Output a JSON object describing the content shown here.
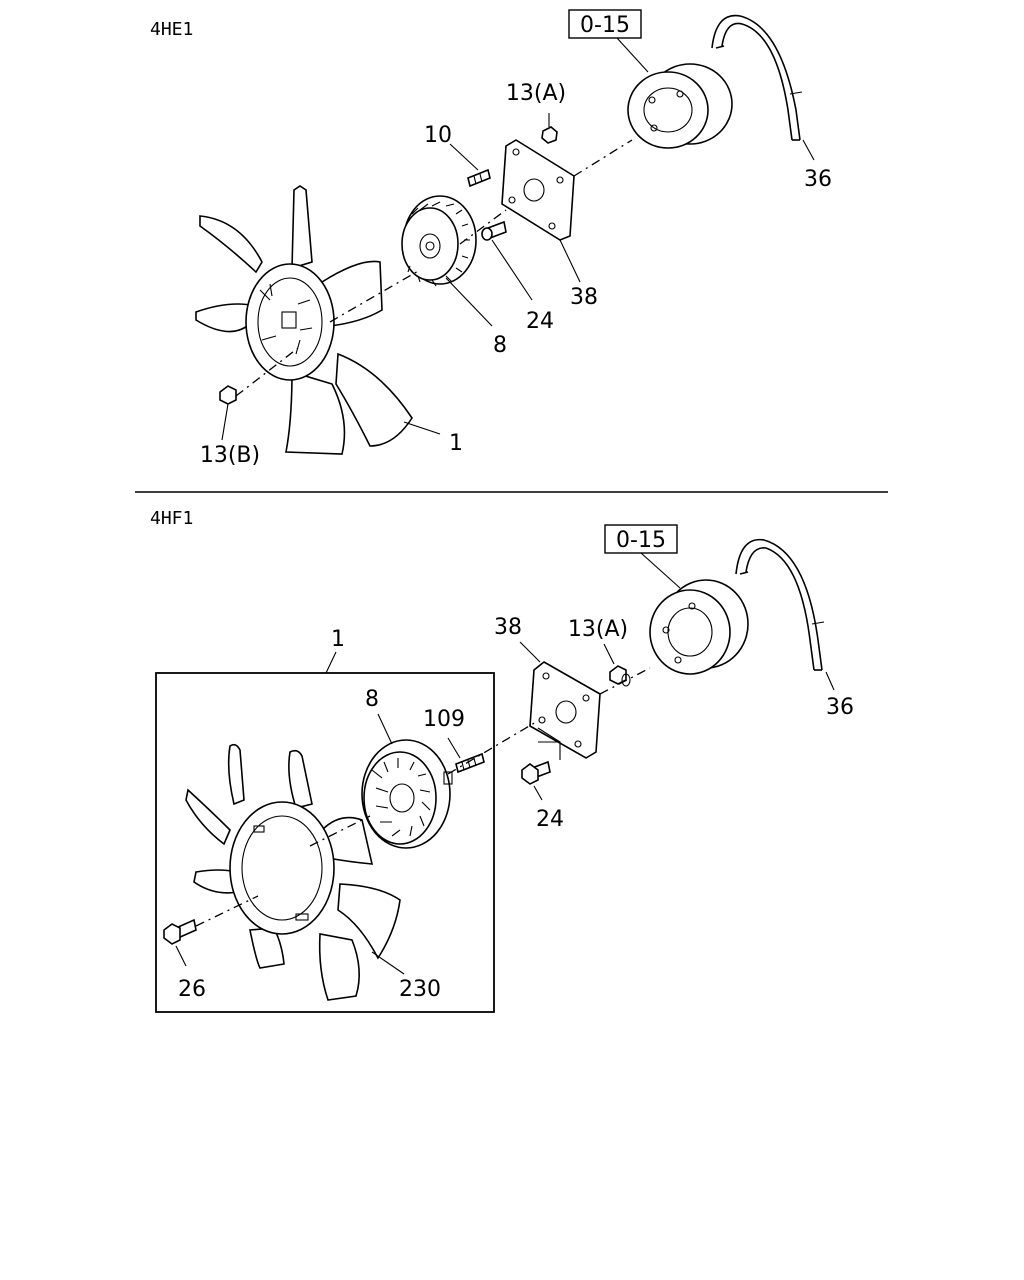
{
  "sections": [
    {
      "header": "4HE1",
      "ref_box": "0-15",
      "callouts": {
        "fan": "1",
        "clutch": "8",
        "stud": "10",
        "nut_a": "13(A)",
        "nut_b": "13(B)",
        "bolt": "24",
        "belt": "36",
        "bracket": "38"
      }
    },
    {
      "header": "4HF1",
      "ref_box": "0-15",
      "callouts": {
        "fan_assembly": "1",
        "clutch": "8",
        "stud": "109",
        "nut_a": "13(A)",
        "bolt_24": "24",
        "bolt_26": "26",
        "belt": "36",
        "bracket": "38",
        "fan_blade": "230"
      }
    }
  ]
}
